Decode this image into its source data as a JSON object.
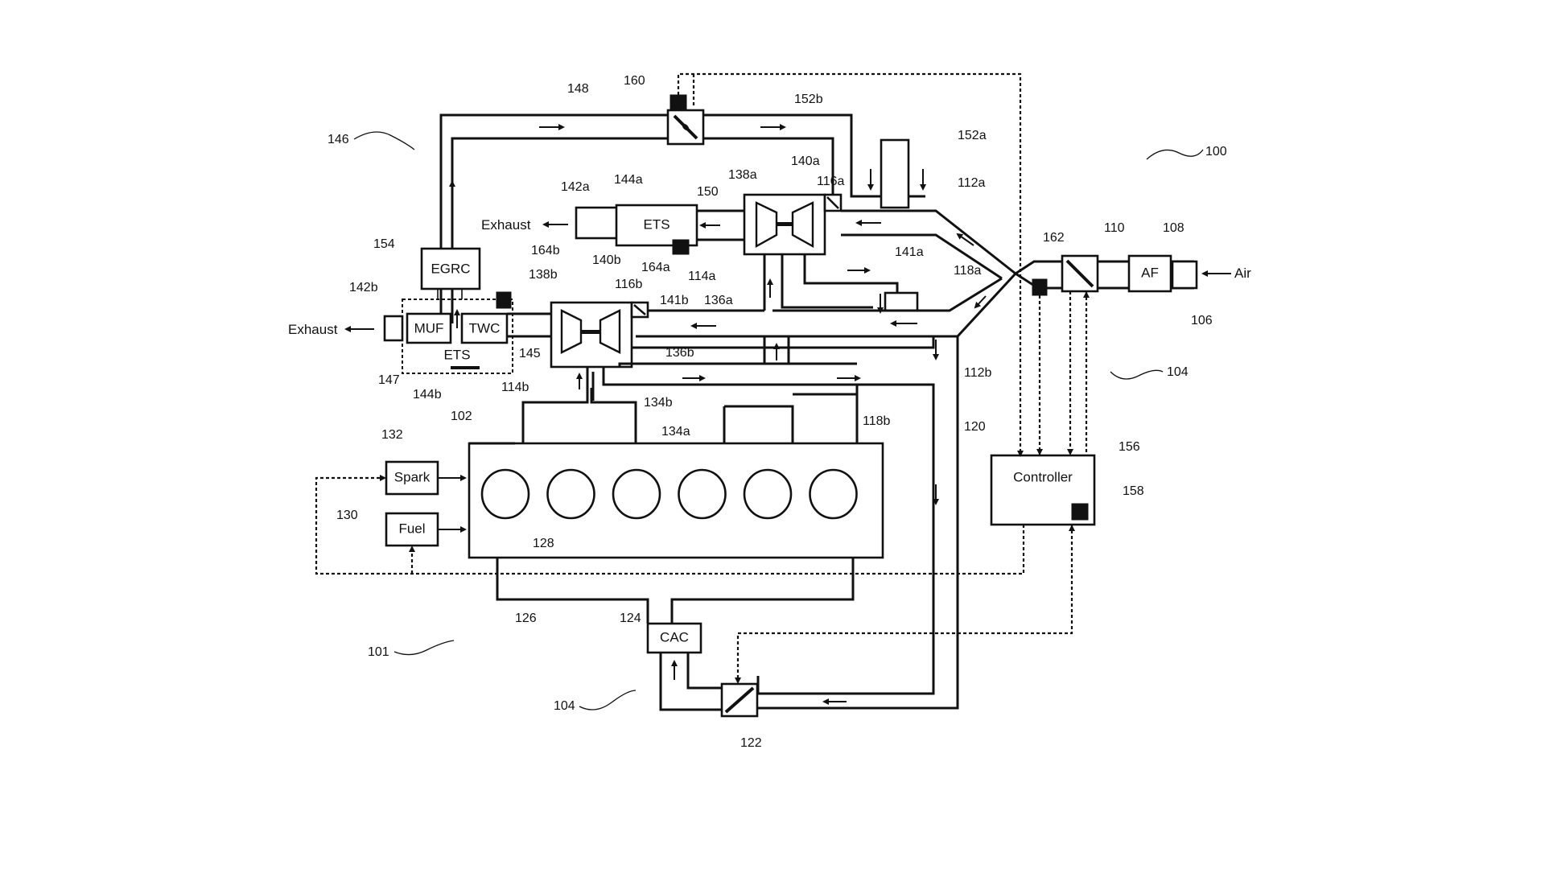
{
  "figure": {
    "system_ref": "100",
    "vehicle_ref": "101",
    "intake_ref_right": "104",
    "intake_ref_bottom": "104",
    "egr_system_ref": "146"
  },
  "components": {
    "engine": {
      "ref": "102",
      "cylinders_ref": "128",
      "cylinder_count": 6
    },
    "spark": {
      "label": "Spark",
      "ref": "132"
    },
    "fuel": {
      "label": "Fuel",
      "ref": "130"
    },
    "controller": {
      "label": "Controller",
      "ref": "156",
      "memory_ref": "158"
    },
    "air_filter": {
      "label": "AF",
      "ref": "108"
    },
    "intake_inlet": {
      "ref": "106",
      "label": "Air"
    },
    "throttle_intake": {
      "ref": "110"
    },
    "intake_sensor": {
      "ref": "162"
    },
    "throttle_main": {
      "ref": "122"
    },
    "charge_air_cooler": {
      "label": "CAC",
      "ref": "124"
    },
    "intake_manifold": {
      "ref": "126"
    },
    "egr_cooler": {
      "label": "EGRC",
      "ref": "154"
    },
    "egr_valve": {
      "ref": "150"
    },
    "egr_valve_sensor": {
      "ref": "160"
    },
    "egr_passage": {
      "ref": "148"
    },
    "ets_a": {
      "label": "ETS",
      "ref": "144a",
      "pipe_ref": "142a",
      "sensor_ref": "164a",
      "exhaust_label": "Exhaust"
    },
    "ets_b": {
      "label": "ETS",
      "ref": "144b",
      "pipe_ref": "142b",
      "sensor_ref": "164b",
      "exhaust_label": "Exhaust",
      "muf_label": "MUF",
      "muf_ref": "147",
      "twc_label": "TWC",
      "twc_ref": "145"
    },
    "turbo_a": {
      "ref": "140a",
      "turbine_ref": "138a",
      "compressor_ref": "116a",
      "wastegate_ref": "141a",
      "turbine_inlet_ref": "136a",
      "outlet_ref": "114a"
    },
    "turbo_b": {
      "ref": "140b",
      "turbine_ref": "138b",
      "compressor_ref": "116b",
      "wastegate_ref": "141b",
      "turbine_inlet_ref": "136b",
      "outlet_ref": "114b"
    },
    "exhaust_manifolds": {
      "a": "134a",
      "b": "134b"
    },
    "intake_passages": {
      "a": "112a",
      "b": "112b",
      "comp_out_a": "118a",
      "comp_out_b": "118b",
      "to_throttle": "120",
      "egr_a": "152a",
      "egr_b": "152b"
    }
  }
}
